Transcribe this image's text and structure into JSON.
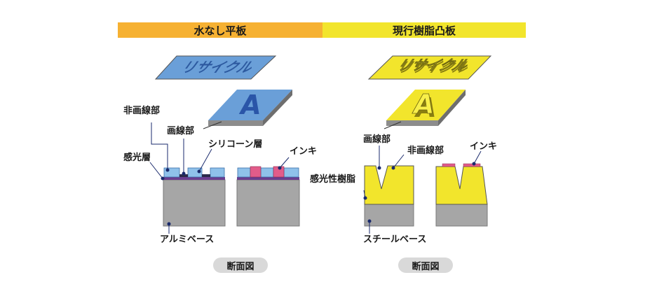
{
  "headers": {
    "left": "水なし平板",
    "right": "現行樹脂凸板"
  },
  "plate_text": {
    "word": "リサイクル",
    "letter": "A"
  },
  "left_labels": {
    "non_image_area": "非画線部",
    "image_area": "画線部",
    "silicone_layer": "シリコーン層",
    "ink": "インキ",
    "photosensitive_layer": "感光層",
    "aluminum_base": "アルミベース",
    "cross_section": "断面図"
  },
  "right_labels": {
    "image_area": "画線部",
    "non_image_area": "非画線部",
    "ink": "インキ",
    "photosensitive_resin": "感光性樹脂",
    "steel_base": "スチールベース",
    "cross_section": "断面図"
  },
  "colors": {
    "orange_header": "#f6b132",
    "yellow_header": "#f2e52c",
    "plate_blue": "#6a9fd8",
    "silicone_blue": "#8fc1ea",
    "photosensitive_purple": "#6a3d8f",
    "ink_pink": "#e25c8a",
    "base_gray": "#a6a6a6",
    "resin_yellow": "#f2e52c"
  }
}
